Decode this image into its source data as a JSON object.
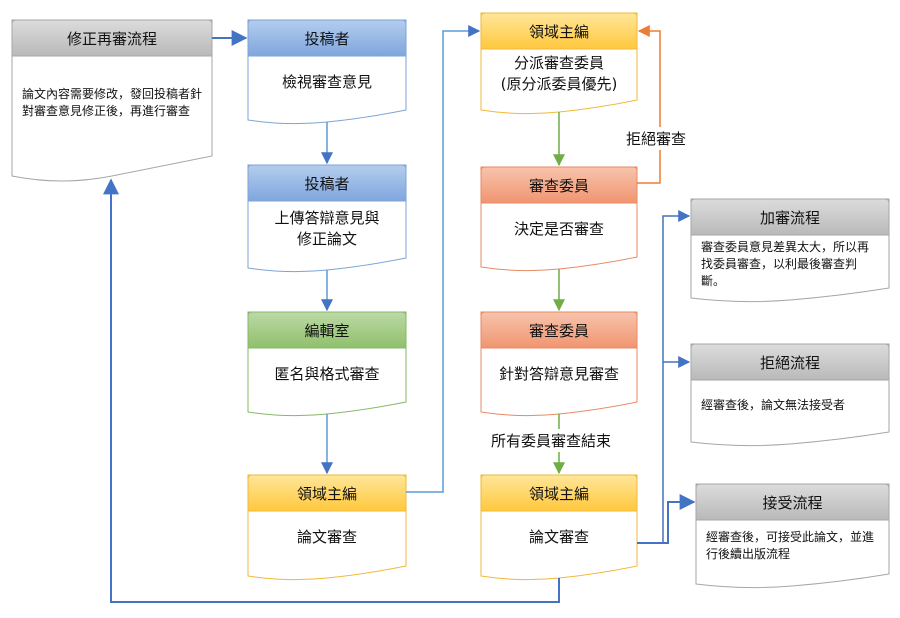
{
  "cards": {
    "revise": {
      "title": "修正再審流程",
      "body": "論文內容需要修改，發回投稿者針對審查意見修正後，再進行審查"
    },
    "author1": {
      "title": "投稿者",
      "body": "檢視審查意見"
    },
    "author2": {
      "title": "投稿者",
      "body": "上傳答辯意見與\n修正論文"
    },
    "office": {
      "title": "編輯室",
      "body": "匿名與格式審查"
    },
    "editor1": {
      "title": "領域主編",
      "body": "論文審查"
    },
    "editor_assign": {
      "title": "領域主編",
      "body": "分派審查委員\n(原分派委員優先)"
    },
    "reviewer1": {
      "title": "審查委員",
      "body": "決定是否審查"
    },
    "reviewer2": {
      "title": "審查委員",
      "body": "針對答辯意見審查"
    },
    "editor2": {
      "title": "領域主編",
      "body": "論文審查"
    },
    "extra": {
      "title": "加審流程",
      "body": "審查委員意見差異太大，所以再找委員審查，以利最後審查判斷。"
    },
    "reject": {
      "title": "拒絕流程",
      "body": "經審查後，論文無法接受者"
    },
    "accept": {
      "title": "接受流程",
      "body": "經審查後，可接受此論文，並進行後續出版流程"
    }
  },
  "labels": {
    "decline_review": "拒絕審查",
    "all_done": "所有委員審查結束"
  },
  "colors": {
    "blue_arrow": "#4472C4",
    "green_arrow": "#70AD47",
    "orange_arrow": "#ED7D31"
  }
}
